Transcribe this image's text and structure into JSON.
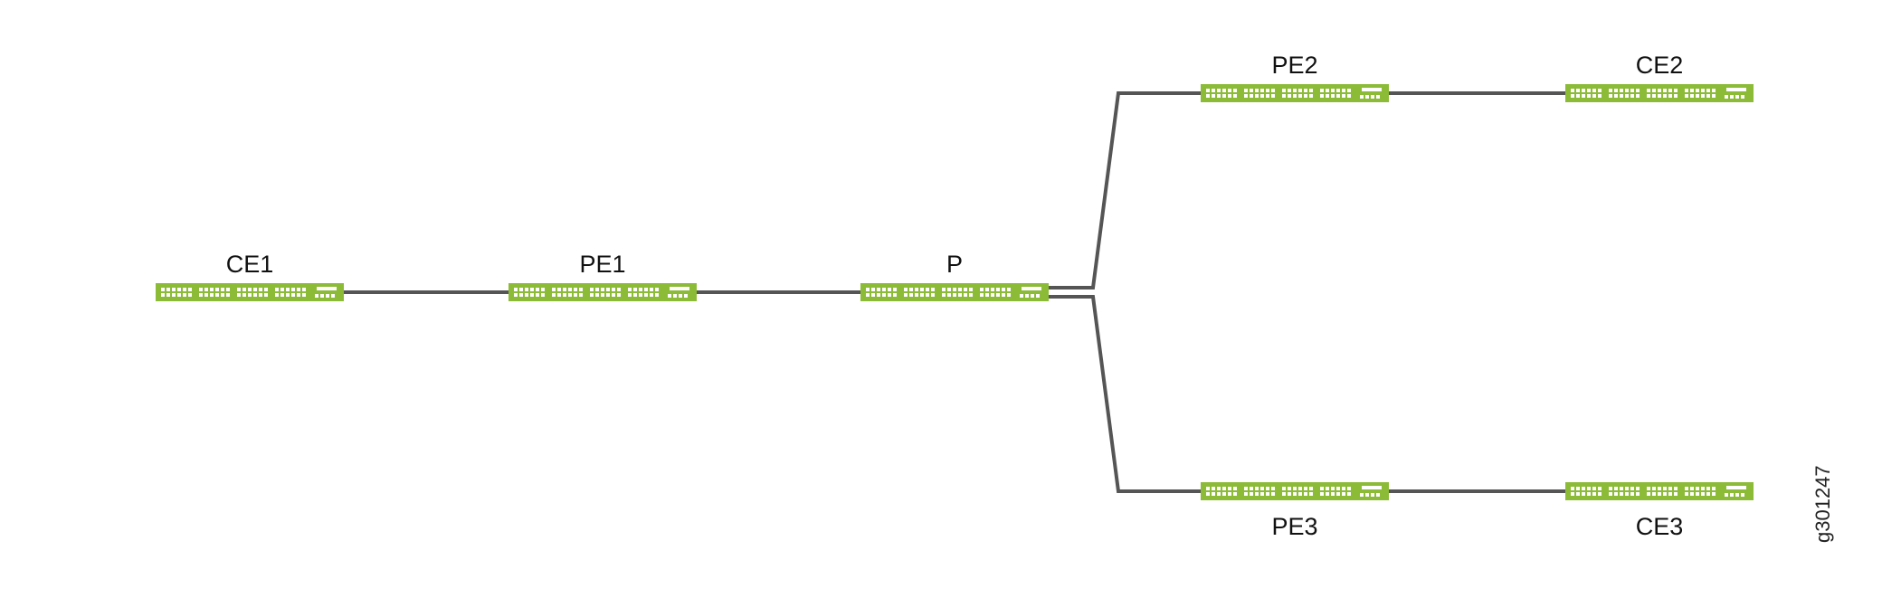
{
  "diagram": {
    "type": "network-topology",
    "figure_id": "g301247",
    "colors": {
      "device_body": "#8cbb38",
      "device_port": "#ffffff",
      "link": "#555555",
      "label": "#111111"
    },
    "nodes": [
      {
        "id": "ce1",
        "label": "CE1",
        "icon": "switch-icon"
      },
      {
        "id": "pe1",
        "label": "PE1",
        "icon": "switch-icon"
      },
      {
        "id": "p",
        "label": "P",
        "icon": "switch-icon"
      },
      {
        "id": "pe2",
        "label": "PE2",
        "icon": "switch-icon"
      },
      {
        "id": "ce2",
        "label": "CE2",
        "icon": "switch-icon"
      },
      {
        "id": "pe3",
        "label": "PE3",
        "icon": "switch-icon"
      },
      {
        "id": "ce3",
        "label": "CE3",
        "icon": "switch-icon"
      }
    ],
    "links": [
      {
        "from": "ce1",
        "to": "pe1"
      },
      {
        "from": "pe1",
        "to": "p"
      },
      {
        "from": "p",
        "to": "pe2"
      },
      {
        "from": "p",
        "to": "pe3"
      },
      {
        "from": "pe2",
        "to": "ce2"
      },
      {
        "from": "pe3",
        "to": "ce3"
      }
    ]
  }
}
